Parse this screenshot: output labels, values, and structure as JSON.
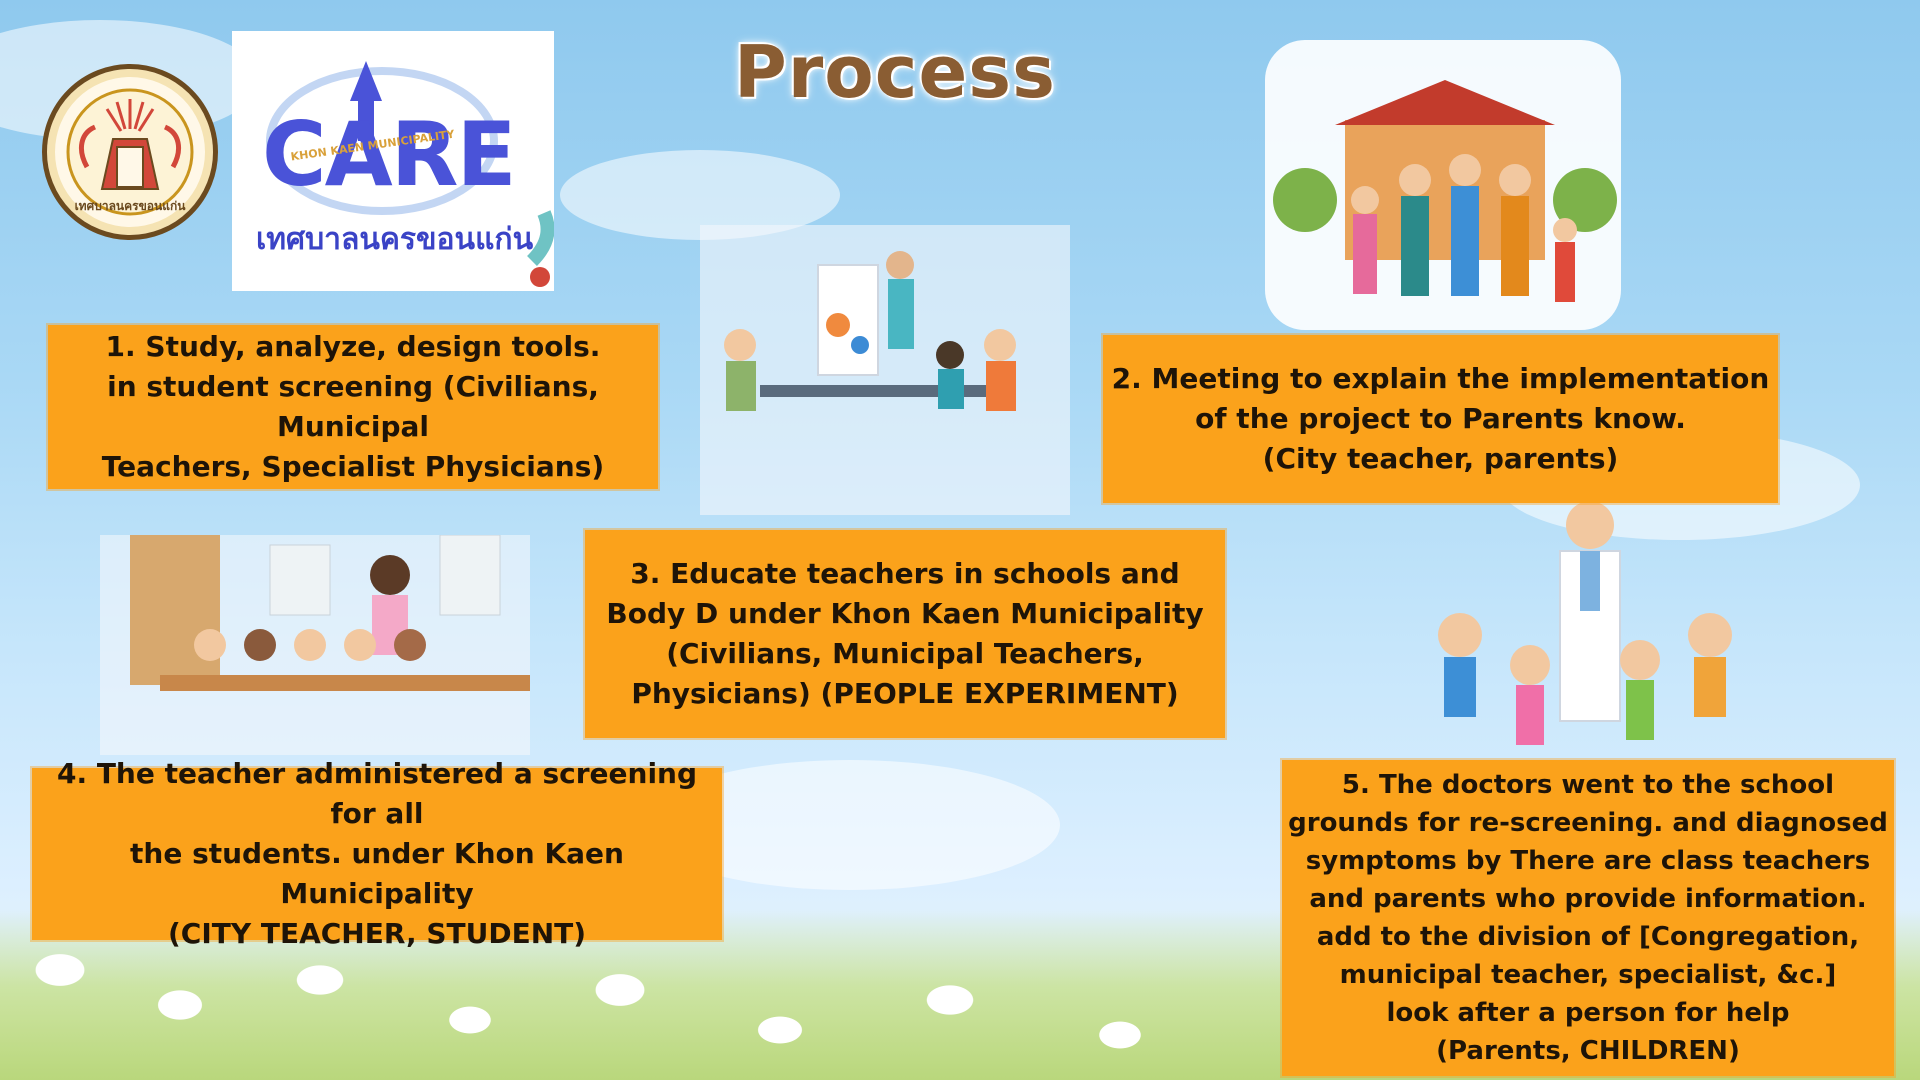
{
  "title": "Process",
  "logo": {
    "care_word": "CARE",
    "care_small": "KHON KAEN MUNICIPALITY",
    "care_thai": "เทศบาลนครขอนแก่น",
    "seal_thai": "เทศบาลนครขอนแก่น"
  },
  "steps": [
    {
      "text": "1. Study, analyze, design tools.\nin student screening (Civilians, Municipal\nTeachers, Specialist Physicians)"
    },
    {
      "text": "2. Meeting to explain the implementation\nof the project to Parents know.\n(City teacher, parents)"
    },
    {
      "text": "3. Educate teachers in schools and\nBody D under Khon Kaen Municipality\n(Civilians, Municipal Teachers,\nPhysicians) (PEOPLE EXPERIMENT)"
    },
    {
      "text": "4. The teacher administered a screening for all\nthe students. under Khon Kaen Municipality\n(CITY TEACHER, STUDENT)"
    },
    {
      "text": "5. The doctors went to the school\ngrounds for re-screening. and diagnosed\nsymptoms by There are class teachers\nand parents who provide information.\nadd to the division of [Congregation,\nmunicipal teacher, specialist, &c.]\nlook after a person for help\n(Parents, CHILDREN)"
    }
  ],
  "colors": {
    "box": "#fba21b",
    "title": "#8a5d33",
    "care": "#4a53d8"
  }
}
